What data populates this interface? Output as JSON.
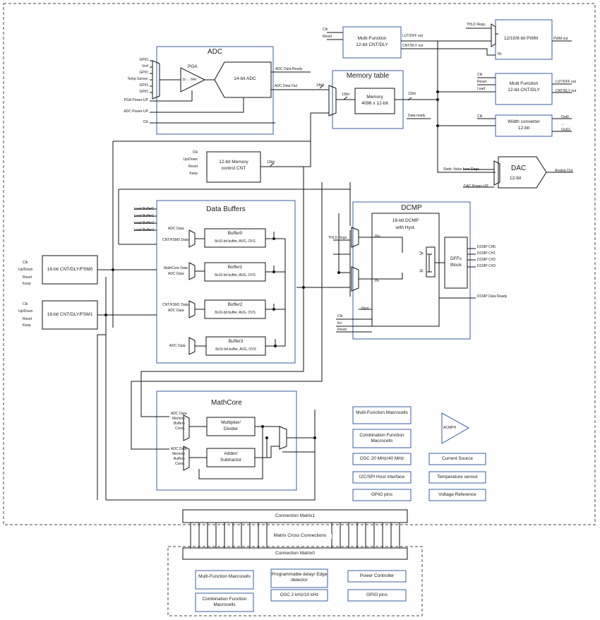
{
  "top": {
    "mf_cnt_left": [
      "Clk",
      "Reset"
    ],
    "mf_cnt_title": [
      "Multi-Function",
      "12-bit CNT/DLY"
    ],
    "mf_cnt_outs": [
      "LUT/DFF out",
      "CNT/DLY out"
    ],
    "thld_regs": "THLD Regs.",
    "pwm_title": "12/10/8 bit PWM",
    "pwm_out": "PWM out",
    "pwm_in": "IN",
    "mf_cnt2_left": [
      "Clk",
      "Reset",
      "Load"
    ],
    "mf_cnt2_title": [
      "Multi Function",
      "12-bit CNT/DLY"
    ],
    "mf_cnt2_outs": [
      "LUT/DFF out",
      "CNT/DLY out"
    ],
    "width_clk": "Clk",
    "width_title": [
      "Width converter",
      "12-bit"
    ],
    "width_outs": [
      "Out0",
      "...",
      "Out11"
    ]
  },
  "adc": {
    "title": "ADC",
    "inputs": [
      "GPIO",
      "Vref",
      "GPIO",
      "Temp Sensor",
      "GPIO",
      "GPIO"
    ],
    "pga": "PGA",
    "pga_gain": "1x ... 64x",
    "adc_block": "14-bit ADC",
    "pga_power": "PGA Power-UP",
    "adc_power": "ADC Power-UP",
    "clk": "Clk",
    "data_ready": "ADC Data Ready",
    "data_out": "ADC Data Out",
    "bus_14bit": "14bit"
  },
  "memory": {
    "title": "Memory table",
    "bus_in": "12bit",
    "block": [
      "Memory",
      "4096 x 12-bit"
    ],
    "bus_out": "12bit",
    "data_ready": "Data ready"
  },
  "mem_counter": {
    "inputs": [
      "Clk",
      "Up/Down",
      "Reset",
      "Keep"
    ],
    "title": [
      "12-bit Memory",
      "control CNT"
    ],
    "bus": "12bit"
  },
  "dac": {
    "title": "DAC",
    "subtitle": "12-bit",
    "static_value": "Static Value from Regs.",
    "power": "DAC Power-UP",
    "out": "Analog Out"
  },
  "buffers": {
    "title": "Data Buffers",
    "load_labels": [
      "Load Buffer0",
      "Load Buffer1",
      "Load Buffer2",
      "Load Buffer3"
    ],
    "items": [
      {
        "name": "Buffer0",
        "desc": "8x16-bit buffer, AVG, OVS",
        "inputs": [
          "ADC Data",
          "CNT/FSM0 Data"
        ]
      },
      {
        "name": "Buffer1",
        "desc": "8x16-bit buffer, AVG, OVS",
        "inputs": [
          "MathCore Data",
          "ADC Data"
        ]
      },
      {
        "name": "Buffer2",
        "desc": "8x16-bit buffer, AVG, OVS",
        "inputs": [
          "CNT/FSM1 Data",
          "ADC Data"
        ]
      },
      {
        "name": "Buffer3",
        "desc": "8x16-bit buffer, AVG, OVS",
        "inputs": [
          "ADC Data"
        ]
      }
    ]
  },
  "fsm0": {
    "inputs": [
      "Clk",
      "Up/Down",
      "Reset",
      "Keep"
    ],
    "title": "16-bit CNT/DLY/FSM0"
  },
  "fsm1": {
    "inputs": [
      "Clk",
      "Up/Down",
      "Reset",
      "Keep"
    ],
    "title": "16-bit CNT/DLY/FSM1"
  },
  "dcmp": {
    "title": "DCMP",
    "subtitle": [
      "16-bit DCMP",
      "with Hyst."
    ],
    "thld_regs": "THLD Regs.",
    "in_plus": "IN+",
    "in_minus": "IN-",
    "hyst": "Hyst.",
    "gt": ">",
    "eq": "=",
    "dffs": [
      "DFFs",
      "Block"
    ],
    "bottom_inputs": [
      "Clk",
      "En",
      "Reset"
    ],
    "outs": [
      "DCMP CH0",
      "DCMP CH1",
      "DCMP CH2",
      "DCMP CH3"
    ],
    "data_ready": "DCMP Data Ready"
  },
  "mathcore": {
    "title": "MathCore",
    "mul": [
      "Multiplier/",
      "Divider"
    ],
    "add": [
      "Adder/",
      "Subtractor"
    ],
    "mux_inputs": [
      "ADC Data",
      "Memory",
      "Buffers",
      "Const."
    ]
  },
  "side_blocks": {
    "left": [
      "Multi-Function Macrocells",
      "Combination Function Macrocells",
      "OSC 20 MHz/40 MHz",
      "I2C/SPI Host interface",
      "GPIO pins"
    ],
    "acmp": "ACMPH",
    "right": [
      "Current Source",
      "Temperature sensor",
      "Voltage Reference"
    ]
  },
  "matrix": {
    "m1": "Connection Matrix1",
    "cross": "Matrix Cross Connections",
    "m0": "Connection Matrix0"
  },
  "bottom_blocks": [
    "Multi-Function Macrocells",
    "Combination Function Macrocells",
    "Programmable delay/ Edge detector",
    "OSC 2 kHz/10 kHz",
    "Power Controller",
    "GPIO pins"
  ]
}
